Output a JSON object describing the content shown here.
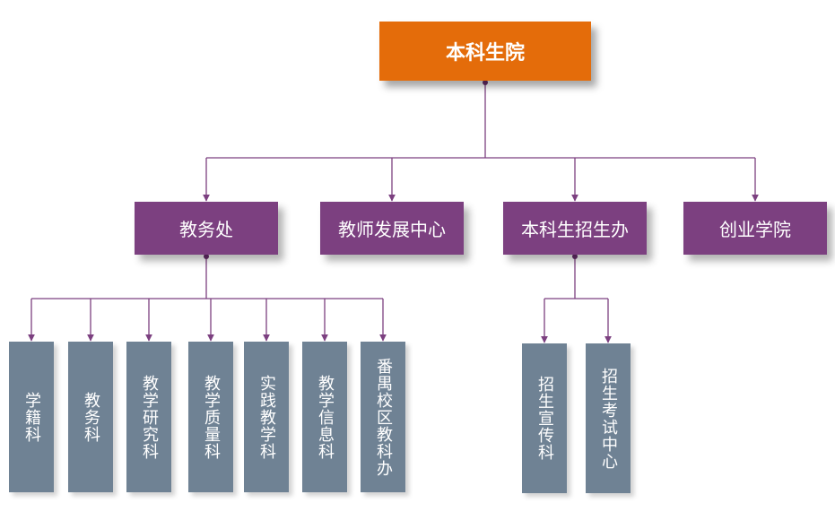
{
  "root": {
    "label": "本科生院"
  },
  "departments": [
    {
      "label": "教务处"
    },
    {
      "label": "教师发展中心"
    },
    {
      "label": "本科生招生办"
    },
    {
      "label": "创业学院"
    }
  ],
  "jiaowu_units": [
    {
      "label": "学籍科"
    },
    {
      "label": "教务科"
    },
    {
      "label": "教学研究科"
    },
    {
      "label": "教学质量科"
    },
    {
      "label": "实践教学科"
    },
    {
      "label": "教学信息科"
    },
    {
      "label": "番禺校区教科办"
    }
  ],
  "zhaosheng_units": [
    {
      "label": "招生宣传科"
    },
    {
      "label": "招生考试中心"
    }
  ],
  "colors": {
    "root": "#e46c0a",
    "department": "#7c4080",
    "unit": "#6f8294",
    "connector": "#7c4080"
  }
}
